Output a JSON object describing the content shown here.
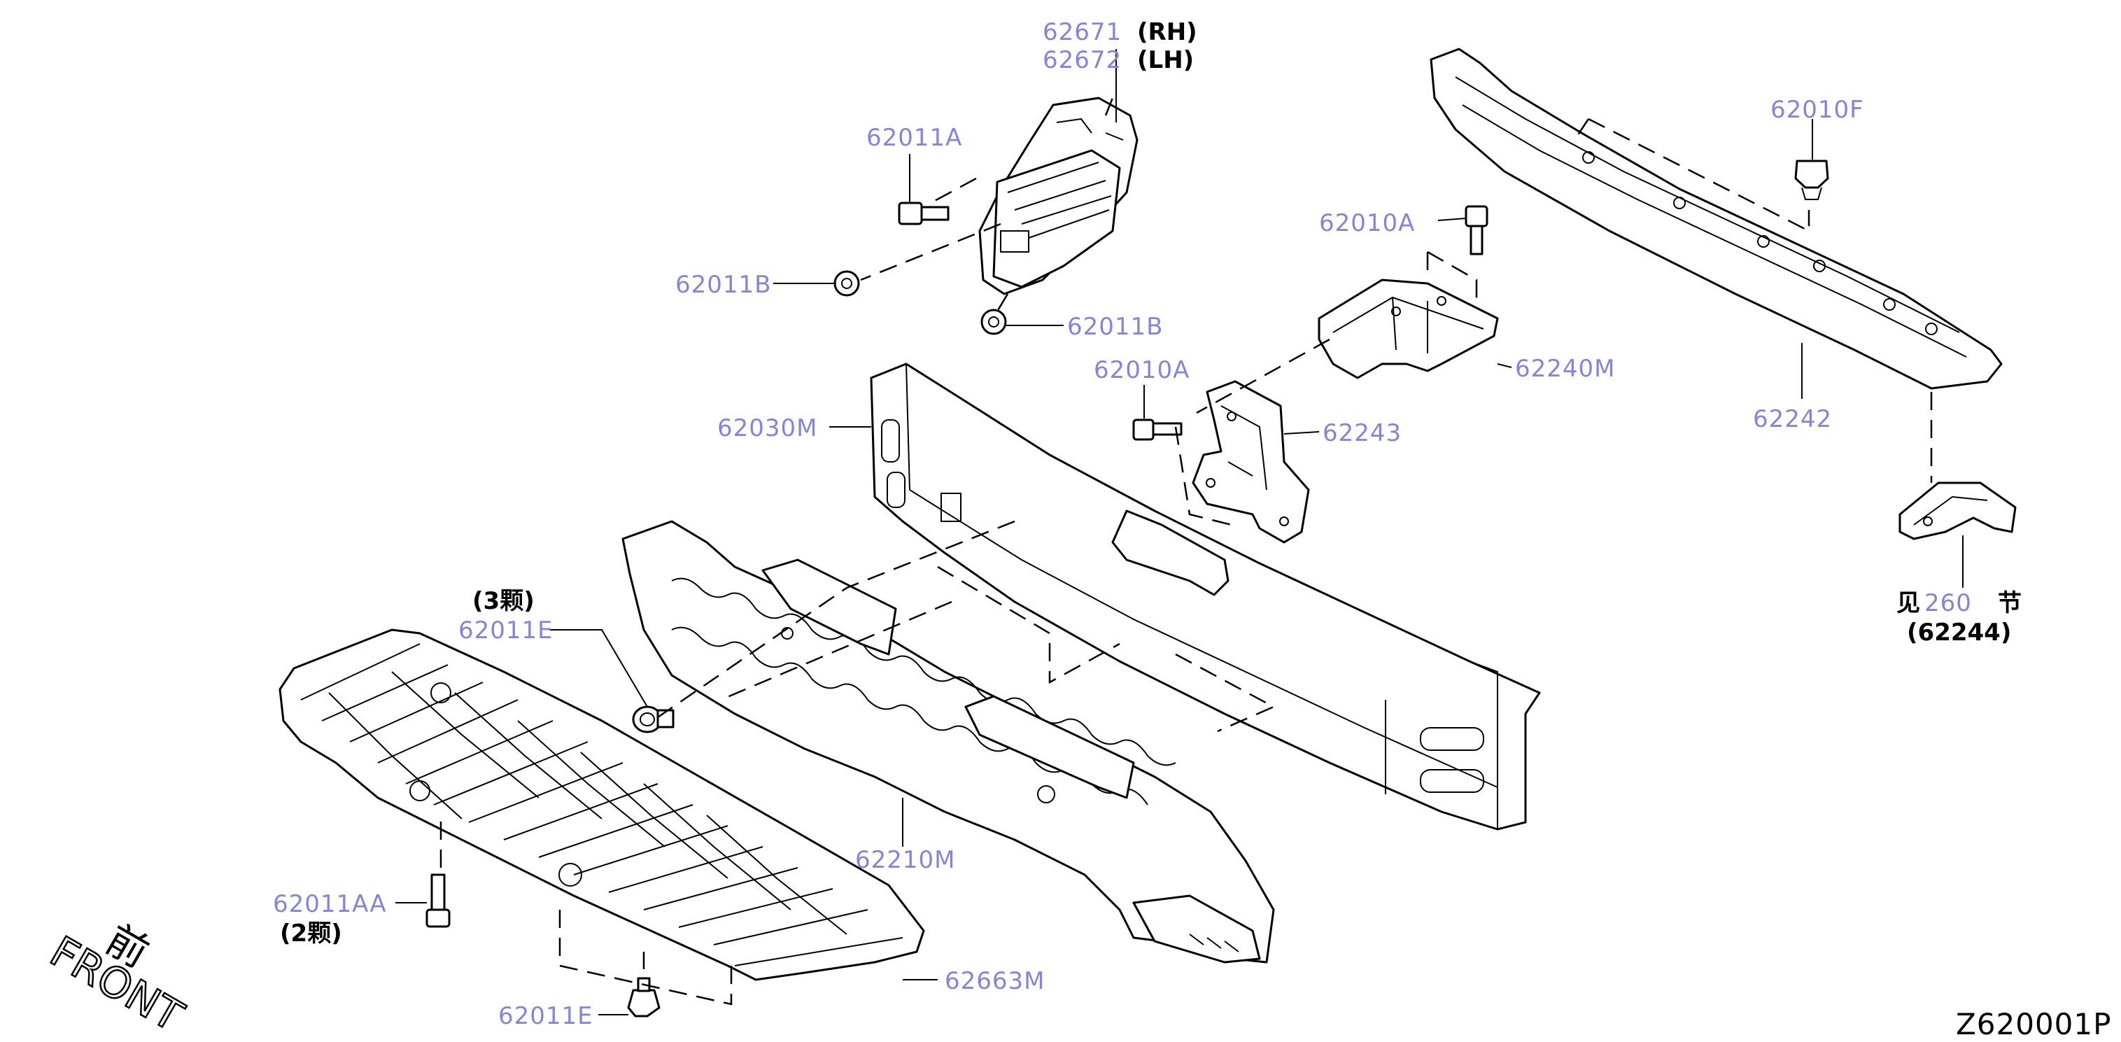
{
  "callouts": {
    "p62671": "62671",
    "p62671_side": "(RH)",
    "p62672": "62672",
    "p62672_side": "(LH)",
    "p62011A": "62011A",
    "p62011B_left": "62011B",
    "p62011B_right": "62011B",
    "p62010A_top": "62010A",
    "p62010A_mid": "62010A",
    "p62010F": "62010F",
    "p62240M": "62240M",
    "p62243": "62243",
    "p62242": "62242",
    "p62030M": "62030M",
    "p62011E_top": "62011E",
    "p62011E_bottom": "62011E",
    "p62210M": "62210M",
    "p62011AA": "62011AA",
    "p62663M": "62663M"
  },
  "quantities": {
    "qty3": "(3颗)",
    "qty2": "(2颗)"
  },
  "see_section": {
    "prefix": "见",
    "section_number": "260",
    "suffix": "节",
    "part_ref": "(62244)"
  },
  "front_label": {
    "chinese": "前",
    "english": "FRONT"
  },
  "diagram_code": "Z620001P",
  "colors": {
    "callout": "#8585d6",
    "ink": "#000000",
    "background": "#ffffff"
  }
}
